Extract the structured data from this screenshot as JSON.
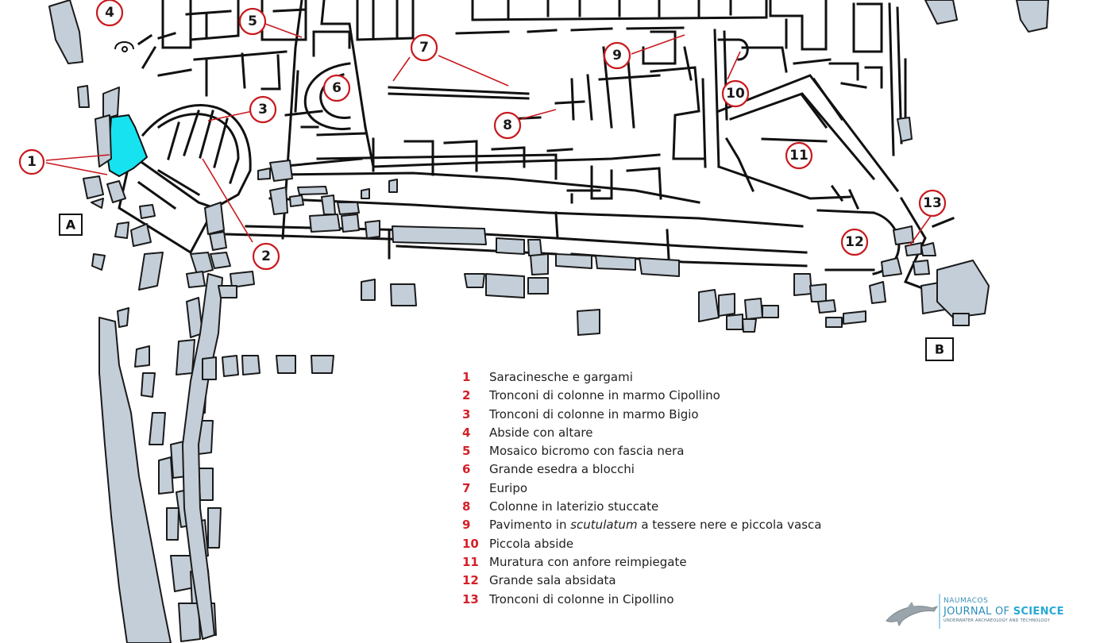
{
  "map": {
    "markers": [
      {
        "num": "1"
      },
      {
        "num": "2"
      },
      {
        "num": "3"
      },
      {
        "num": "4"
      },
      {
        "num": "5"
      },
      {
        "num": "6"
      },
      {
        "num": "7"
      },
      {
        "num": "8"
      },
      {
        "num": "9"
      },
      {
        "num": "10"
      },
      {
        "num": "11"
      },
      {
        "num": "12"
      },
      {
        "num": "13"
      }
    ],
    "endpoints": [
      "A",
      "B"
    ],
    "colors": {
      "stone": "#c3ced8",
      "highlight": "#16e3ef",
      "marker": "#c8191e",
      "walls": "#111111"
    }
  },
  "legend": {
    "items": [
      {
        "num": "1",
        "pre": "Saracinesche e gargami",
        "em": "",
        "post": ""
      },
      {
        "num": "2",
        "pre": "Tronconi di colonne in marmo Cipollino",
        "em": "",
        "post": ""
      },
      {
        "num": "3",
        "pre": "Tronconi di colonne in marmo Bigio",
        "em": "",
        "post": ""
      },
      {
        "num": "4",
        "pre": "Abside con altare",
        "em": "",
        "post": ""
      },
      {
        "num": "5",
        "pre": "Mosaico bicromo con fascia nera",
        "em": "",
        "post": ""
      },
      {
        "num": "6",
        "pre": "Grande esedra a blocchi",
        "em": "",
        "post": ""
      },
      {
        "num": "7",
        "pre": "Euripo",
        "em": "",
        "post": ""
      },
      {
        "num": "8",
        "pre": "Colonne in laterizio stuccate",
        "em": "",
        "post": ""
      },
      {
        "num": "9",
        "pre": "Pavimento in ",
        "em": "scutulatum",
        "post": " a tessere nere e piccola vasca"
      },
      {
        "num": "10",
        "pre": "Piccola abside",
        "em": "",
        "post": ""
      },
      {
        "num": "11",
        "pre": "Muratura con anfore reimpiegate",
        "em": "",
        "post": ""
      },
      {
        "num": "12",
        "pre": "Grande sala absidata",
        "em": "",
        "post": ""
      },
      {
        "num": "13",
        "pre": "Tronconi di colonne in Cipollino",
        "em": "",
        "post": ""
      }
    ]
  },
  "logo": {
    "name": "NAUMACOS",
    "journal_prefix": "JOURNAL OF ",
    "journal_highlight": "SCIENCE",
    "subtitle": "UNDERWATER ARCHAEOLOGY AND TECHNOLOGY"
  }
}
